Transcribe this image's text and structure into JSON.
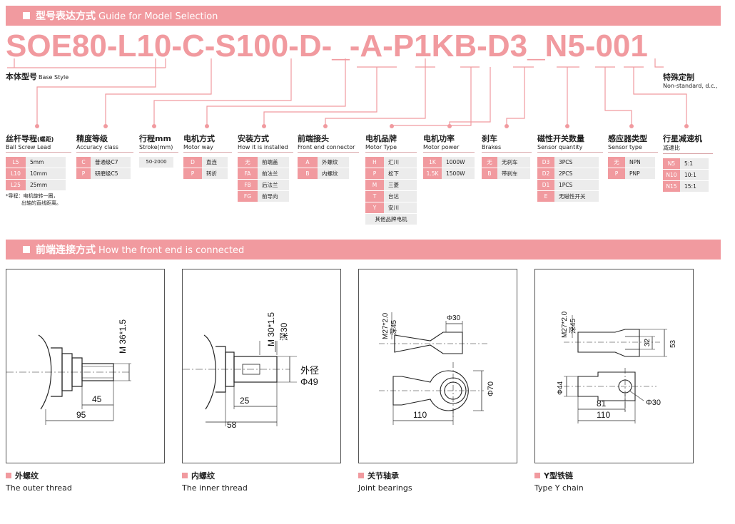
{
  "section1": {
    "title_zh": "型号表达方式",
    "title_en": "Guide for Model Selection"
  },
  "model_code": "SOE80-L10-C-S100-D-_-A-P1KB-D3_N5-001",
  "base_style": {
    "zh": "本体型号",
    "en": "Base Style"
  },
  "nonstandard": {
    "zh": "特殊定制",
    "en": "Non-standard, d.c.,"
  },
  "groups": [
    {
      "zh": "丝杆导程",
      "zh_small": "(螺距)",
      "en": "Ball Screw Lead",
      "options": [
        [
          "L5",
          "5mm"
        ],
        [
          "L10",
          "10mm"
        ],
        [
          "L25",
          "25mm"
        ]
      ],
      "note1": "*导程：电机旋转一圈，",
      "note2": "出轴的直线距离。"
    },
    {
      "zh": "精度等级",
      "en": "Accuracy class",
      "options": [
        [
          "C",
          "普通级C7"
        ],
        [
          "P",
          "研磨级C5"
        ]
      ]
    },
    {
      "zh": "行程mm",
      "en": "Stroke(mm)",
      "range": "50-2000"
    },
    {
      "zh": "电机方式",
      "en": "Motor way",
      "options": [
        [
          "D",
          "直连"
        ],
        [
          "P",
          "转折"
        ]
      ]
    },
    {
      "zh": "安装方式",
      "en": "How it is installed",
      "options": [
        [
          "无",
          "前端盖"
        ],
        [
          "FA",
          "前法兰"
        ],
        [
          "FB",
          "后法兰"
        ],
        [
          "FG",
          "前导向"
        ]
      ]
    },
    {
      "zh": "前端接头",
      "en": "Front end connector",
      "options": [
        [
          "A",
          "外螺纹"
        ],
        [
          "B",
          "内螺纹"
        ]
      ]
    },
    {
      "zh": "电机品牌",
      "en": "Motor Type",
      "options": [
        [
          "H",
          "汇川"
        ],
        [
          "P",
          "松下"
        ],
        [
          "M",
          "三菱"
        ],
        [
          "T",
          "台达"
        ],
        [
          "Y",
          "安川"
        ]
      ],
      "extra": "其他品牌电机"
    },
    {
      "zh": "电机功率",
      "en": "Motor power",
      "options": [
        [
          "1K",
          "1000W"
        ],
        [
          "1.5K",
          "1500W"
        ]
      ]
    },
    {
      "zh": "刹车",
      "en": "Brakes",
      "options": [
        [
          "无",
          "无刹车"
        ],
        [
          "B",
          "带刹车"
        ]
      ]
    },
    {
      "zh": "磁性开关数量",
      "en": "Sensor quantity",
      "options": [
        [
          "D3",
          "3PCS"
        ],
        [
          "D2",
          "2PCS"
        ],
        [
          "D1",
          "1PCS"
        ],
        [
          "E",
          "无磁性开关"
        ]
      ]
    },
    {
      "zh": "感应器类型",
      "en": "Sensor type",
      "options": [
        [
          "无",
          "NPN"
        ],
        [
          "P",
          "PNP"
        ]
      ]
    },
    {
      "zh": "行星减速机",
      "en": "减速比",
      "options": [
        [
          "N5",
          "5:1"
        ],
        [
          "N10",
          "10:1"
        ],
        [
          "N15",
          "15:1"
        ]
      ]
    }
  ],
  "section2": {
    "title_zh": "前端连接方式",
    "title_en": "How the front end is connected"
  },
  "panels": [
    {
      "zh": "外螺纹",
      "en": "The outer thread",
      "dims": {
        "thread": "M 36*1.5",
        "d1": "45",
        "d2": "95"
      }
    },
    {
      "zh": "内螺纹",
      "en": "The inner thread",
      "dims": {
        "thread": "M 30*1.5",
        "depth": "深30",
        "od_zh": "外径",
        "od": "Φ49",
        "d1": "25",
        "d2": "58"
      }
    },
    {
      "zh": "关节轴承",
      "en": "Joint bearings",
      "dims": {
        "thread": "M27*2.0",
        "depth": "深45",
        "phi30": "Φ30",
        "phi70": "Φ70",
        "len": "110"
      }
    },
    {
      "zh": "Y型铁链",
      "en": "Type Y chain",
      "dims": {
        "thread": "M27*2.0",
        "depth": "深45",
        "d32": "32",
        "d53": "53",
        "phi44": "Φ44",
        "phi30": "Φ30",
        "d81": "81",
        "len": "110"
      }
    }
  ],
  "colors": {
    "accent": "#f19a9f",
    "cell": "#ececec"
  }
}
